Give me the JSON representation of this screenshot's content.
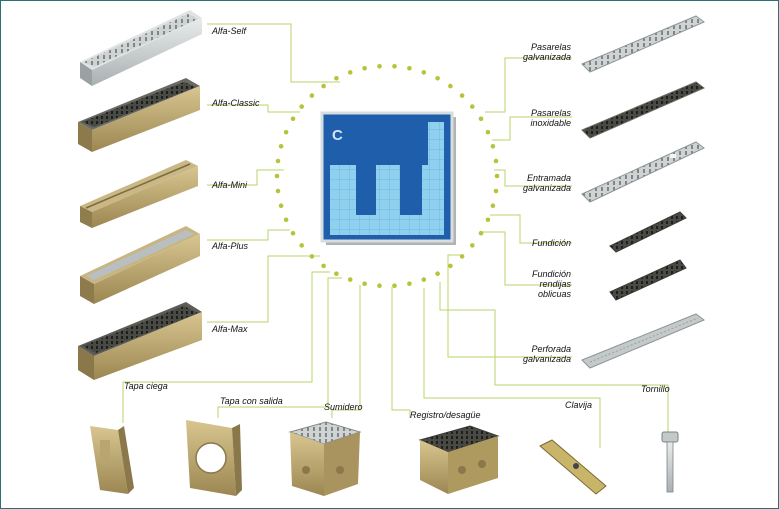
{
  "center_logo": {
    "letter": "C",
    "icon": "logo-icon"
  },
  "channels": [
    {
      "key": "alfa-self",
      "label": "Alfa-Self"
    },
    {
      "key": "alfa-classic",
      "label": "Alfa-Classic"
    },
    {
      "key": "alfa-mini",
      "label": "Alfa-Mini"
    },
    {
      "key": "alfa-plus",
      "label": "Alfa-Plus"
    },
    {
      "key": "alfa-max",
      "label": "Alfa-Max"
    }
  ],
  "gratings": [
    {
      "key": "pasarelas-galvanizada",
      "lines": [
        "Pasarelas",
        "galvanizada"
      ]
    },
    {
      "key": "pasarelas-inoxidable",
      "lines": [
        "Pasarelas",
        "inoxidable"
      ]
    },
    {
      "key": "entramada-galvanizada",
      "lines": [
        "Entramada",
        "galvanizada"
      ]
    },
    {
      "key": "fundicion",
      "lines": [
        "Fundición"
      ]
    },
    {
      "key": "fundicion-rendijas",
      "lines": [
        "Fundición",
        "rendijas",
        "oblicuas"
      ]
    },
    {
      "key": "perforada-galvanizada",
      "lines": [
        "Perforada",
        "galvanizada"
      ]
    }
  ],
  "accessories": [
    {
      "key": "tapa-ciega",
      "label": "Tapa ciega"
    },
    {
      "key": "tapa-con-salida",
      "label": "Tapa con salida"
    },
    {
      "key": "sumidero",
      "label": "Sumidero"
    },
    {
      "key": "registro",
      "label": "Registro/desagüe"
    },
    {
      "key": "clavija",
      "label": "Clavija"
    },
    {
      "key": "tornillo",
      "label": "Tornillo"
    }
  ],
  "colors": {
    "dots": "#b8c23a",
    "line": "#b7d36a",
    "logo_dark": "#1f5eaa",
    "logo_light": "#8fd0ef",
    "frame": "#2a6f7a"
  }
}
